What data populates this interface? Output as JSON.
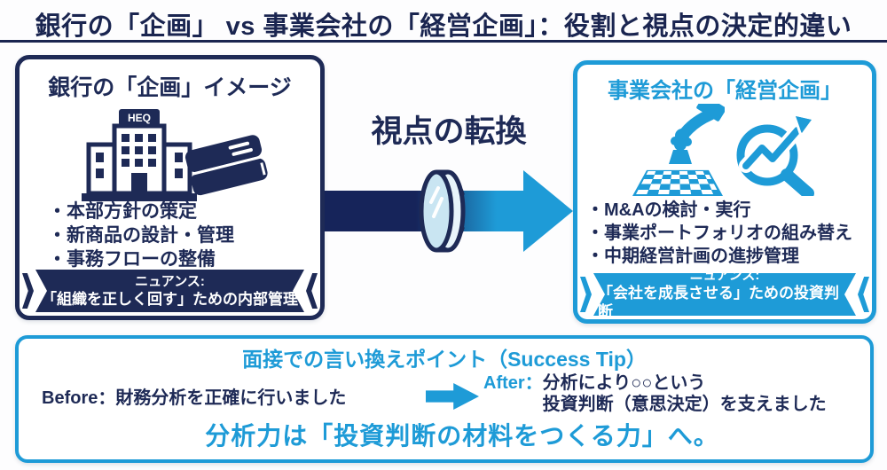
{
  "title": "銀行の「企画」 vs 事業会社の「経営企画」：役割と視点の決定的違い",
  "colors": {
    "navy": "#1E2A56",
    "blue": "#1E9BD7"
  },
  "left_panel": {
    "heading": "銀行の「企画」イメージ",
    "building_sign": "HEQ",
    "items": [
      "・本部方針の策定",
      "・新商品の設計・管理",
      "・事務フローの整備"
    ],
    "ribbon": {
      "line1": "ニュアンス:",
      "line2": "「組織を正しく回す」ための内部管理"
    }
  },
  "center": {
    "label": "視点の転換"
  },
  "right_panel": {
    "heading": "事業会社の「経営企画」",
    "items": [
      "・M&Aの検討・実行",
      "・事業ポートフォリオの組み替え",
      "・中期経営計画の進捗管理"
    ],
    "ribbon": {
      "line1": "ニュアンス:",
      "line2": "「会社を成長させる」ための投資判断"
    }
  },
  "bottom_panel": {
    "heading": "面接での言い換えポイント（Success Tip）",
    "before_label": "Before：",
    "before_text": "財務分析を正確に行いました",
    "after_label": "After：",
    "after_line1": "分析により○○という",
    "after_line2": "投資判断（意思決定）を支えました",
    "conclusion": "分析力は「投資判断の材料をつくる力」へ。"
  },
  "icons": {
    "left": [
      "hq-building-icon",
      "books-icon"
    ],
    "center": [
      "transform-arrow-icon",
      "lens-icon"
    ],
    "right": [
      "chess-strategy-icon",
      "growth-magnifier-icon"
    ],
    "bottom": [
      "rephrase-arrow-icon"
    ]
  }
}
